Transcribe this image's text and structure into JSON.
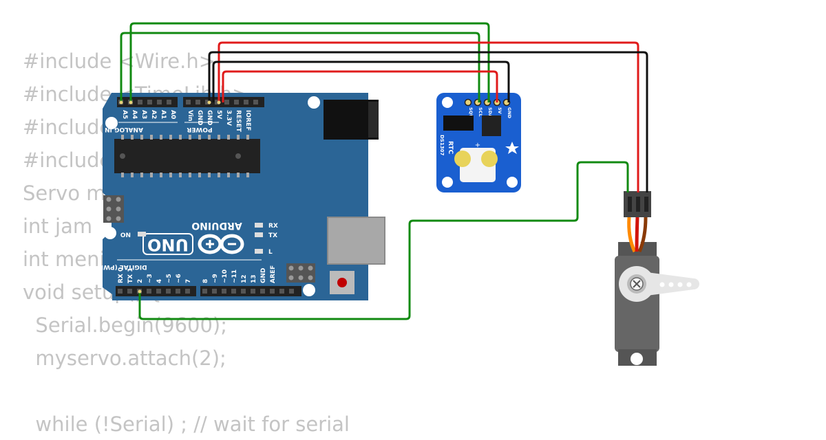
{
  "code_lines": [
    "#include <Wire.h>",
    "#include <TimeLib.h>",
    "#include",
    "#include",
    "Servo m",
    "int jam",
    "int menit",
    "void setup() {",
    "  Serial.begin(9600);",
    "  myservo.attach(2);",
    "",
    "  while (!Serial) ; // wait for serial"
  ],
  "arduino": {
    "brand": "ARDUINO",
    "model": "UNO",
    "analog_header": "ANALOG IN",
    "power_header": "POWER",
    "digital_header": "DIGITAL (PWM ~)",
    "on_label": "ON",
    "tx_label": "TX",
    "rx_label": "RX",
    "l_label": "L",
    "analog_pins": [
      "A5",
      "A4",
      "A3",
      "A2",
      "A1",
      "A0"
    ],
    "power_pins": [
      "Vin",
      "GND",
      "GND",
      "5V",
      "3.3V",
      "RESET",
      "IOREF"
    ],
    "digital_pins_low": [
      "RX 0",
      "TX 1",
      "2",
      "~3",
      "4",
      "~5",
      "~6",
      "7"
    ],
    "digital_pins_high": [
      "8",
      "~9",
      "~10",
      "~11",
      "12",
      "13",
      "GND",
      "AREF"
    ]
  },
  "rtc": {
    "title": "RTC",
    "chip": "DS1307",
    "pins": [
      "SQW",
      "SCL",
      "SDA",
      "5V",
      "GND"
    ]
  },
  "colors": {
    "wire_green": "#118a11",
    "wire_red": "#e01b1b",
    "wire_black": "#111111",
    "board_blue": "#2b6596",
    "rtc_blue": "#1a5fd0",
    "servo_gray": "#666666",
    "servo_wire_orange": "#ff8a00"
  }
}
